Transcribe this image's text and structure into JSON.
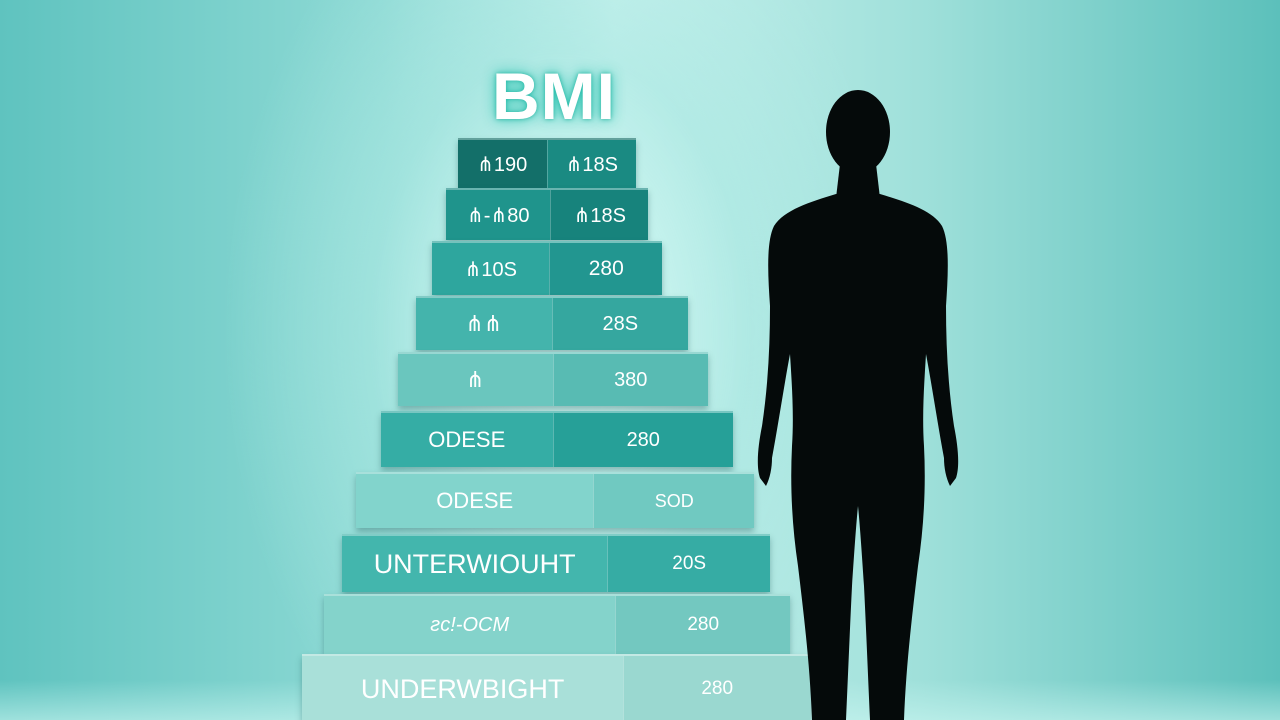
{
  "title": "BMI",
  "steps": [
    {
      "left": "⋔190",
      "right": "⋔18S"
    },
    {
      "left": "⋔-⋔80",
      "right": "⋔18S"
    },
    {
      "left": "⋔10S",
      "right": "280"
    },
    {
      "left": "⋔⋔",
      "right": "28S"
    },
    {
      "left": "⋔",
      "right": "380"
    },
    {
      "left": "ODESE",
      "right": "280"
    },
    {
      "left": "ODESE",
      "right": "SOD"
    },
    {
      "left": "UNTERWIOUHT",
      "right": "20S"
    },
    {
      "left": "ƨc!-OCM",
      "right": "280"
    },
    {
      "left": "UNDERWBIGHT",
      "right": "280"
    }
  ],
  "icons": [
    "person-silhouette-icon"
  ]
}
